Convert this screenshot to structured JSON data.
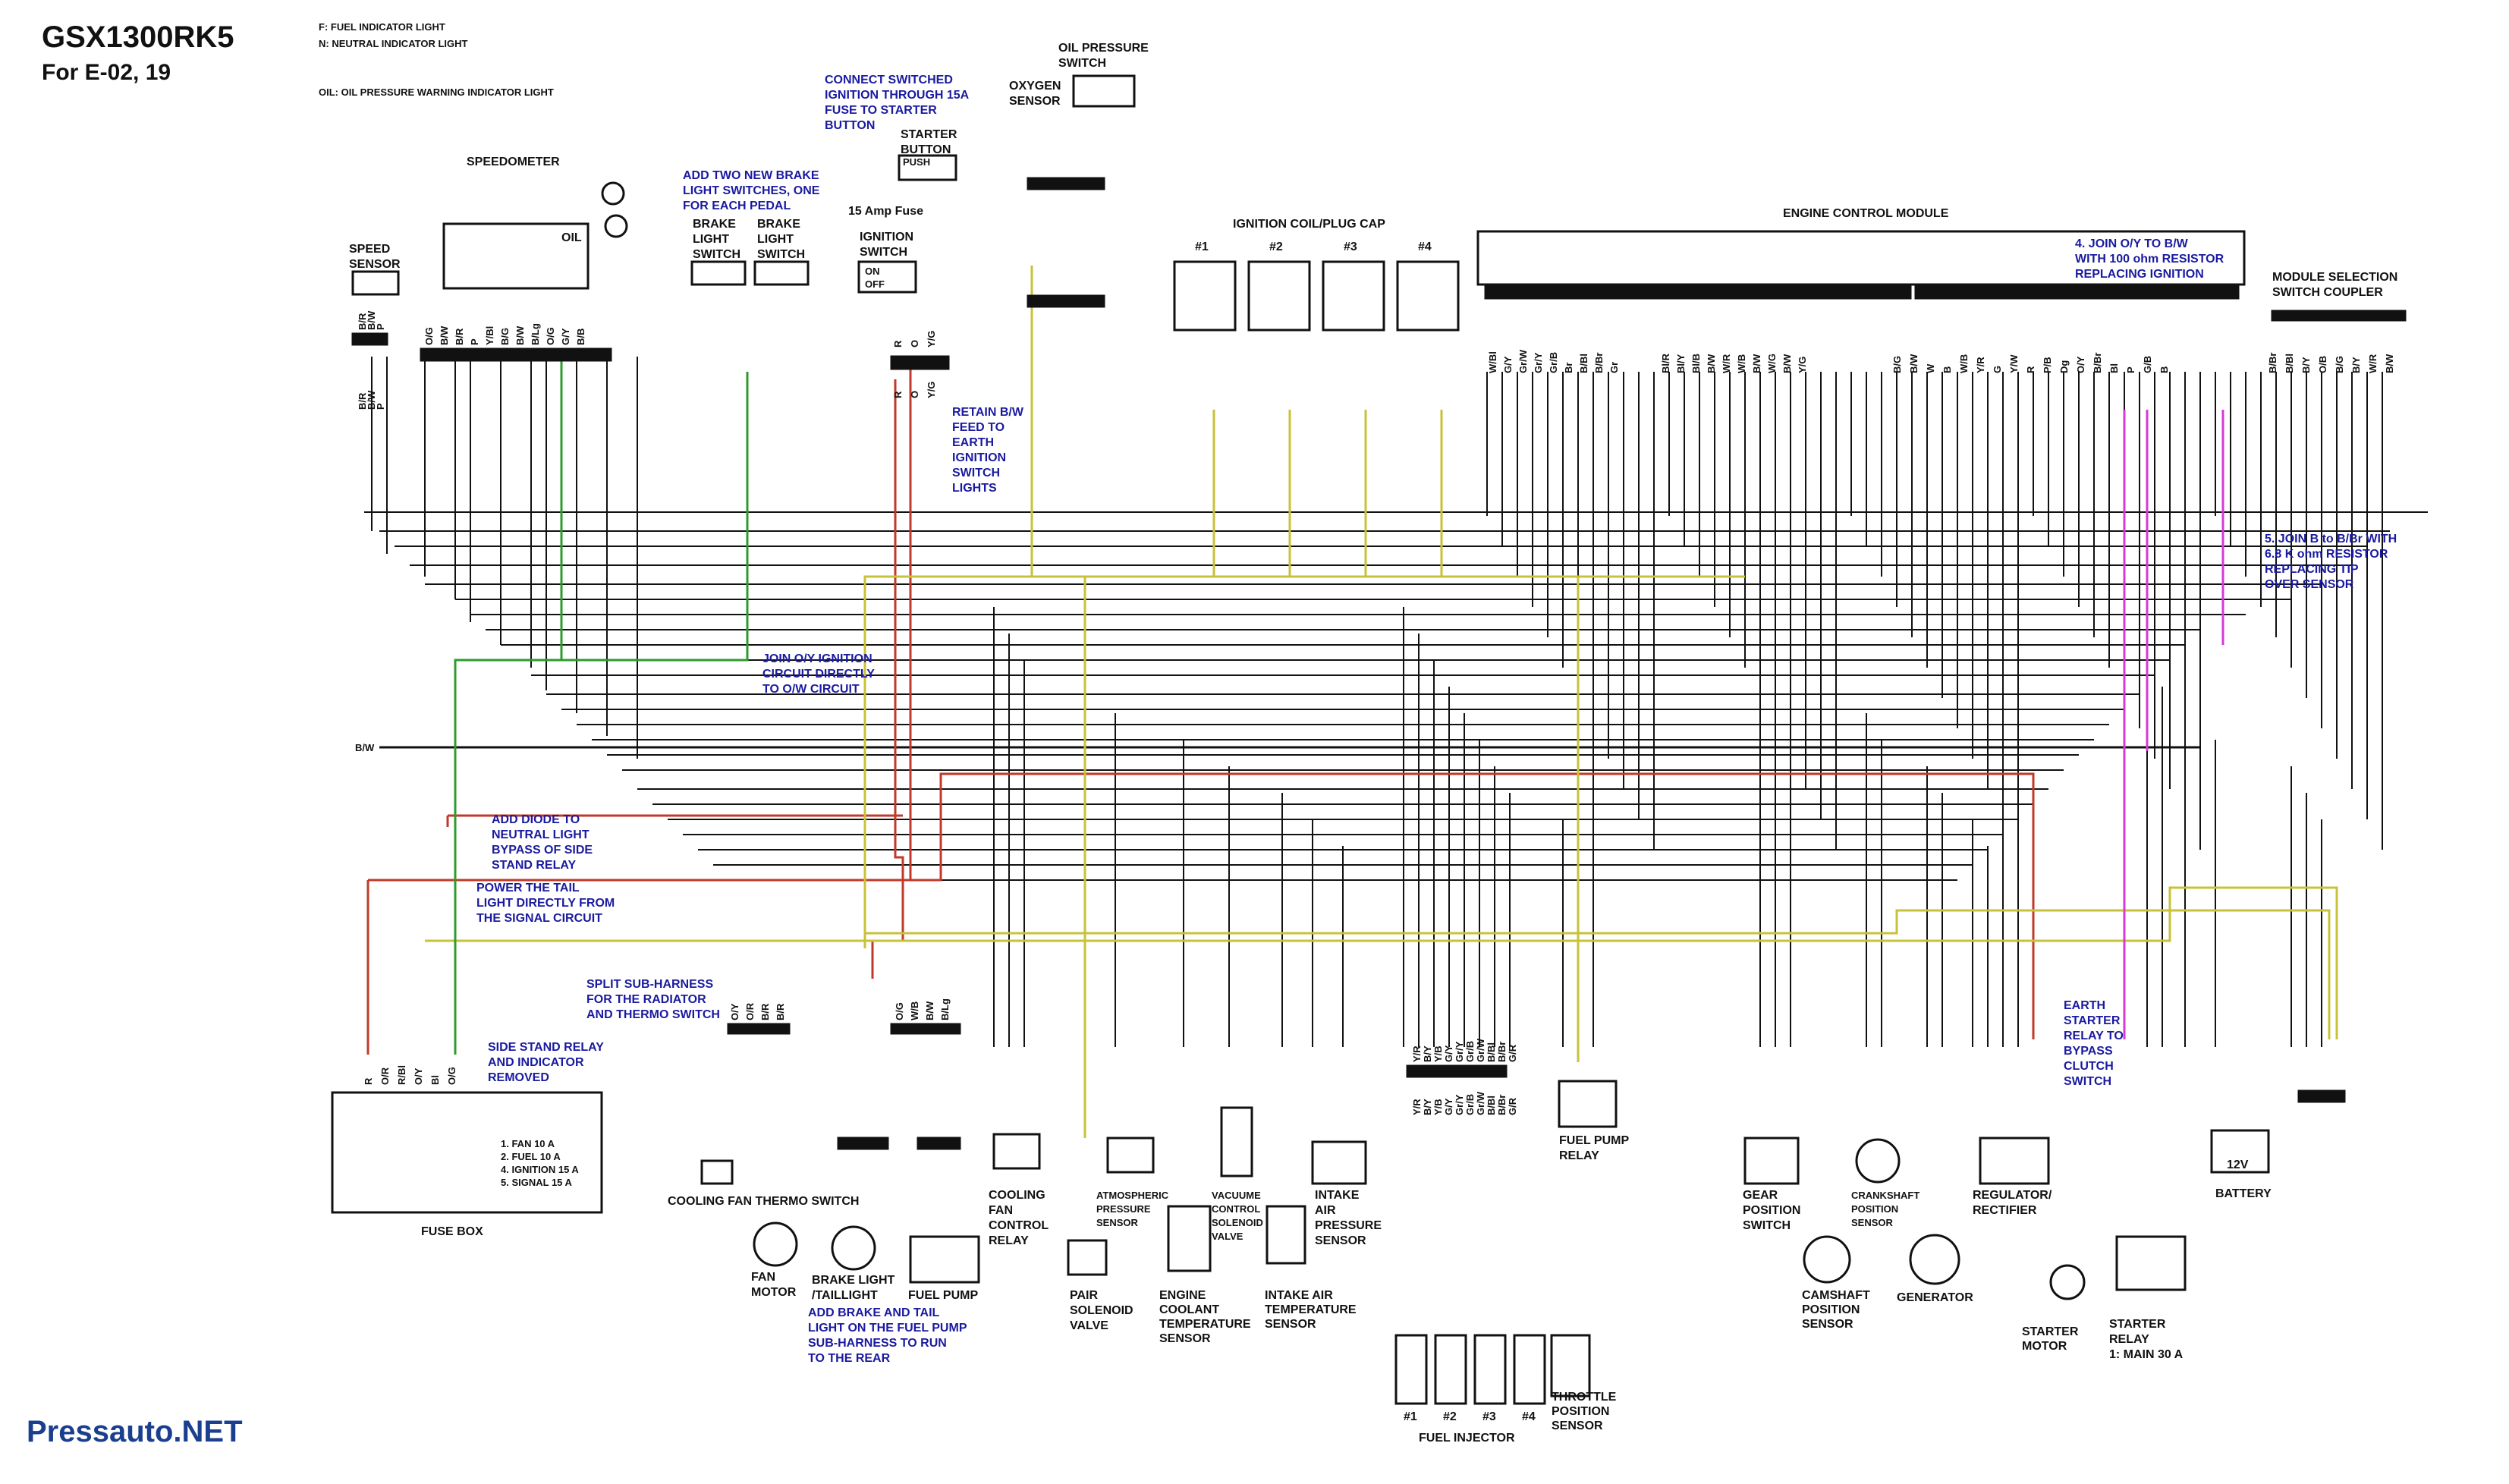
{
  "header": {
    "model": "GSX1300RK5",
    "region": "For E-02, 19",
    "legend": [
      "F:     FUEL INDICATOR LIGHT",
      "N:     NEUTRAL INDICATOR LIGHT",
      "OIL:  OIL PRESSURE WARNING INDICATOR LIGHT"
    ]
  },
  "components": {
    "speedometer": "SPEEDOMETER",
    "speedometer_oil": "OIL",
    "speed_sensor": [
      "SPEED",
      "SENSOR"
    ],
    "brake_switches": [
      "BRAKE",
      "LIGHT",
      "SWITCH"
    ],
    "starter_button": [
      "STARTER",
      "BUTTON"
    ],
    "push": "PUSH",
    "fuse_15a": "15 Amp Fuse",
    "ignition_switch": [
      "IGNITION",
      "SWITCH"
    ],
    "on_off": [
      "ON",
      "OFF"
    ],
    "oxygen_sensor": [
      "OXYGEN",
      "SENSOR"
    ],
    "oil_pressure_switch": [
      "OIL PRESSURE",
      "SWITCH"
    ],
    "coil_cap": "IGNITION COIL/PLUG CAP",
    "cyl": [
      "#1",
      "#2",
      "#3",
      "#4"
    ],
    "ecm": "ENGINE CONTROL MODULE",
    "module_coupler": [
      "MODULE SELECTION",
      "SWITCH COUPLER"
    ],
    "fuse_box": "FUSE BOX",
    "fuse_list": [
      "1. FAN       10 A",
      "2. FUEL      10 A",
      "4. IGNITION  15 A",
      "5. SIGNAL    15 A"
    ],
    "cooling_fan_thermo": "COOLING FAN THERMO SWITCH",
    "fan_motor": [
      "FAN",
      "MOTOR"
    ],
    "brake_tail": [
      "BRAKE LIGHT",
      "/TAILLIGHT"
    ],
    "fuel_pump": "FUEL PUMP",
    "cooling_fan_relay": [
      "COOLING",
      "FAN",
      "CONTROL",
      "RELAY"
    ],
    "pair_valve": [
      "PAIR",
      "SOLENOID",
      "VALVE"
    ],
    "atm_sensor": [
      "ATMOSPHERIC",
      "PRESSURE",
      "SENSOR"
    ],
    "ect_sensor": [
      "ENGINE",
      "COOLANT",
      "TEMPERATURE",
      "SENSOR"
    ],
    "vacuum_valve": [
      "VACUUME",
      "CONTROL",
      "SOLENOID",
      "VALVE"
    ],
    "iat_sensor": [
      "INTAKE AIR",
      "TEMPERATURE",
      "SENSOR"
    ],
    "iap_sensor": [
      "INTAKE",
      "AIR",
      "PRESSURE",
      "SENSOR"
    ],
    "fuel_injector": "FUEL INJECTOR",
    "throttle_sensor": [
      "THROTTLE",
      "POSITION",
      "SENSOR"
    ],
    "fuel_pump_relay": [
      "FUEL PUMP",
      "RELAY"
    ],
    "gear_switch": [
      "GEAR",
      "POSITION",
      "SWITCH"
    ],
    "cam_sensor": [
      "CAMSHAFT",
      "POSITION",
      "SENSOR"
    ],
    "crank_sensor": [
      "CRANKSHAFT",
      "POSITION",
      "SENSOR"
    ],
    "generator": "GENERATOR",
    "regulator": [
      "REGULATOR/",
      "RECTIFIER"
    ],
    "starter_motor": [
      "STARTER",
      "MOTOR"
    ],
    "starter_relay": [
      "STARTER",
      "RELAY",
      "1: MAIN 30 A"
    ],
    "battery": "BATTERY",
    "battery_v": "12V",
    "bw_bus": "B/W"
  },
  "notes": {
    "n_connect": [
      "CONNECT SWITCHED",
      "IGNITION THROUGH 15A",
      "FUSE TO STARTER",
      "BUTTON"
    ],
    "n_brake": [
      "ADD TWO NEW BRAKE",
      "LIGHT SWITCHES, ONE",
      "FOR EACH PEDAL"
    ],
    "n_retain": [
      "RETAIN B/W",
      "FEED TO",
      "EARTH",
      "IGNITION",
      "SWITCH",
      "LIGHTS"
    ],
    "n_join_oy": [
      "JOIN O/Y IGNITION",
      "CIRCUIT DIRECTLY",
      "TO O/W CIRCUIT"
    ],
    "n_diode": [
      "ADD DIODE TO",
      "NEUTRAL LIGHT",
      "BYPASS OF SIDE",
      "STAND RELAY"
    ],
    "n_tail": [
      "POWER THE TAIL",
      "LIGHT DIRECTLY FROM",
      "THE SIGNAL CIRCUIT"
    ],
    "n_split": [
      "SPLIT SUB-HARNESS",
      "FOR THE RADIATOR",
      "AND THERMO SWITCH"
    ],
    "n_sidestand": [
      "SIDE STAND RELAY",
      "AND INDICATOR",
      "REMOVED"
    ],
    "n_addbrake": [
      "ADD BRAKE AND TAIL",
      "LIGHT ON THE FUEL PUMP",
      "SUB-HARNESS TO RUN",
      "TO THE REAR"
    ],
    "n_join4": [
      "4. JOIN O/Y TO B/W",
      "WITH 100 ohm RESISTOR",
      "REPLACING IGNITION"
    ],
    "n_join5": [
      "5. JOIN B to B/Br WITH",
      "6.8 K ohm RESISTOR",
      "REPLACING TIP",
      "OVER SENSOR"
    ],
    "n_earth": [
      "EARTH",
      "STARTER",
      "RELAY TO",
      "BYPASS",
      "CLUTCH",
      "SWITCH"
    ]
  },
  "wire_codes": {
    "speed_sensor": [
      "B/R",
      "B/W",
      "P"
    ],
    "speedo_pins": [
      "O/G",
      "B/W",
      "B/R",
      "P",
      "Y/Bl",
      "B/G",
      "B/W",
      "B/Lg",
      "O/G",
      "G/Y",
      "B/B"
    ],
    "ignition": [
      "R",
      "O",
      "Y/G"
    ],
    "ecm_left": [
      "W/Bl",
      "G/Y",
      "Gr/W",
      "Gr/Y",
      "Gr/B",
      "Br",
      "B/Bl",
      "B/Br",
      "Gr"
    ],
    "ecm_mid": [
      "Bl/R",
      "Bl/Y",
      "Bl/B",
      "B/W",
      "W/R",
      "W/B",
      "B/W",
      "W/G",
      "B/W",
      "Y/G"
    ],
    "ecm_right": [
      "B/G",
      "B/W",
      "W",
      "B",
      "W/B",
      "Y/R",
      "G",
      "Y/W",
      "R",
      "P/B",
      "Dg",
      "O/Y",
      "B/Br",
      "Bl",
      "P",
      "G/B",
      "B"
    ],
    "module": [
      "B/Br",
      "B/Bl",
      "B/Y",
      "O/B",
      "B/G",
      "B/Y",
      "W/R",
      "B/W"
    ],
    "fuse_box": [
      "R",
      "O/R",
      "R/Bl",
      "O/Y",
      "Bl",
      "O/G"
    ],
    "cooling": [
      "O/Y",
      "O/R",
      "B/R",
      "B/R"
    ],
    "rear": [
      "O/G",
      "W/B",
      "B/W",
      "B/Lg"
    ],
    "injector": [
      "Y/R",
      "B/Y",
      "Y/B",
      "G/Y",
      "Gr/Y",
      "Gr/B",
      "Gr/W",
      "B/Bl",
      "B/Br",
      "G/R"
    ]
  },
  "footer": {
    "watermark": "Pressauto.NET"
  }
}
